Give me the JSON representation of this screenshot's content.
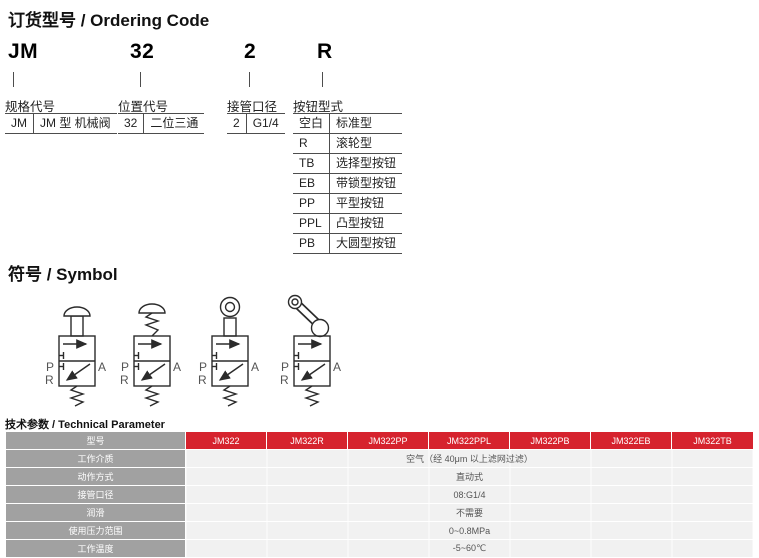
{
  "ordering": {
    "title": "订货型号 / Ordering Code",
    "parts": [
      {
        "code": "JM",
        "label": "规格代号",
        "rows": [
          [
            "JM",
            "JM 型\n机械阀"
          ]
        ]
      },
      {
        "code": "32",
        "label": "位置代号",
        "rows": [
          [
            "32",
            "二位三通"
          ]
        ]
      },
      {
        "code": "2",
        "label": "接管口径",
        "rows": [
          [
            "2",
            "G1/4"
          ]
        ]
      },
      {
        "code": "R",
        "label": "按钮型式",
        "rows": [
          [
            "空白",
            "标准型"
          ],
          [
            "R",
            "滚轮型"
          ],
          [
            "TB",
            "选择型按钮"
          ],
          [
            "EB",
            "带锁型按钮"
          ],
          [
            "PP",
            "平型按钮"
          ],
          [
            "PPL",
            "凸型按钮"
          ],
          [
            "PB",
            "大圆型按钮"
          ]
        ]
      }
    ]
  },
  "symbol": {
    "title": "符号 / Symbol",
    "ports": {
      "p": "P",
      "r": "R",
      "a": "A"
    },
    "valves": [
      "push-button",
      "push-button-spring",
      "roller",
      "roller-lever"
    ]
  },
  "tech": {
    "title": "技术参数 / Technical Parameter",
    "model_header": "型号",
    "models": [
      "JM322",
      "JM322R",
      "JM322PP",
      "JM322PPL",
      "JM322PB",
      "JM322EB",
      "JM322TB"
    ],
    "rows": [
      {
        "label": "工作介质",
        "value": "空气（经 40μm 以上滤网过滤）"
      },
      {
        "label": "动作方式",
        "value": "直动式"
      },
      {
        "label": "接管口径",
        "value": "08:G1/4"
      },
      {
        "label": "润滑",
        "value": "不需要"
      },
      {
        "label": "使用压力范围",
        "value": "0~0.8MPa"
      },
      {
        "label": "工作温度",
        "value": "-5~60℃"
      }
    ],
    "colors": {
      "accent_red": "#d6232e",
      "header_gray": "#a1a1a1",
      "row_bg": "#f1f1f1"
    }
  }
}
